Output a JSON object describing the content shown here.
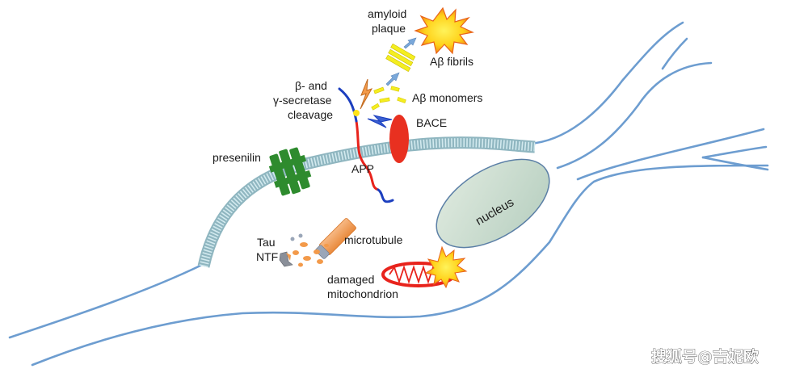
{
  "labels": {
    "amyloid_plaque_line1": "amyloid",
    "amyloid_plaque_line2": "plaque",
    "ab_fibrils": "Aβ fibrils",
    "ab_monomers": "Aβ monomers",
    "secretase_line1": "β- and",
    "secretase_line2": "γ-secretase",
    "secretase_line3": "cleavage",
    "bace": "BACE",
    "presenilin": "presenilin",
    "app": "APP",
    "nucleus": "nucleus",
    "tau": "Tau",
    "ntf": "NTF",
    "microtubule": "microtubule",
    "damaged_line1": "damaged",
    "damaged_line2": "mitochondrion"
  },
  "watermark": "搜狐号@吉妮欧",
  "colors": {
    "neuron_outline": "#6d9dd0",
    "membrane_fill": "#c9e4ea",
    "membrane_stripe": "#8fb6c0",
    "presenilin": "#2e8b2e",
    "app_red": "#e8231c",
    "app_blue": "#1c3fbf",
    "bace_red": "#e83020",
    "nucleus_fill": "#c8ddcf",
    "nucleus_stroke": "#5b7fa6",
    "amyloid_yellow": "#ffe31a",
    "amyloid_orange": "#f05a10",
    "fibril_yellow": "#f4ee20",
    "arrow_blue": "#7aa8da",
    "tau_orange": "#f39a4a",
    "mito_red": "#e8231c"
  },
  "icons": [
    "plaque-burst-icon",
    "mitochondrion-burst-icon",
    "lightning-blue-icon",
    "lightning-orange-icon"
  ]
}
